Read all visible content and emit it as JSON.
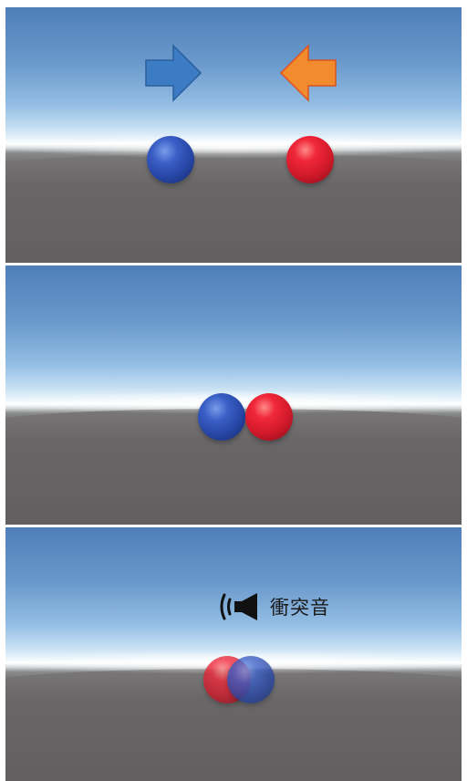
{
  "scene": {
    "panels": [
      {
        "id": "approach",
        "blue_arrow_direction": "right",
        "red_arrow_direction": "left"
      },
      {
        "id": "contact"
      },
      {
        "id": "collision-sound"
      }
    ],
    "colors": {
      "blue_ball": "#2746a5",
      "red_ball": "#d0192a",
      "blue_arrow_fill": "#3b7cc4",
      "blue_arrow_stroke": "#2a5f9c",
      "orange_arrow_fill": "#f28a2e",
      "orange_arrow_stroke": "#d9541e"
    },
    "sound": {
      "icon": "speaker-icon",
      "label": "衝突音"
    }
  }
}
